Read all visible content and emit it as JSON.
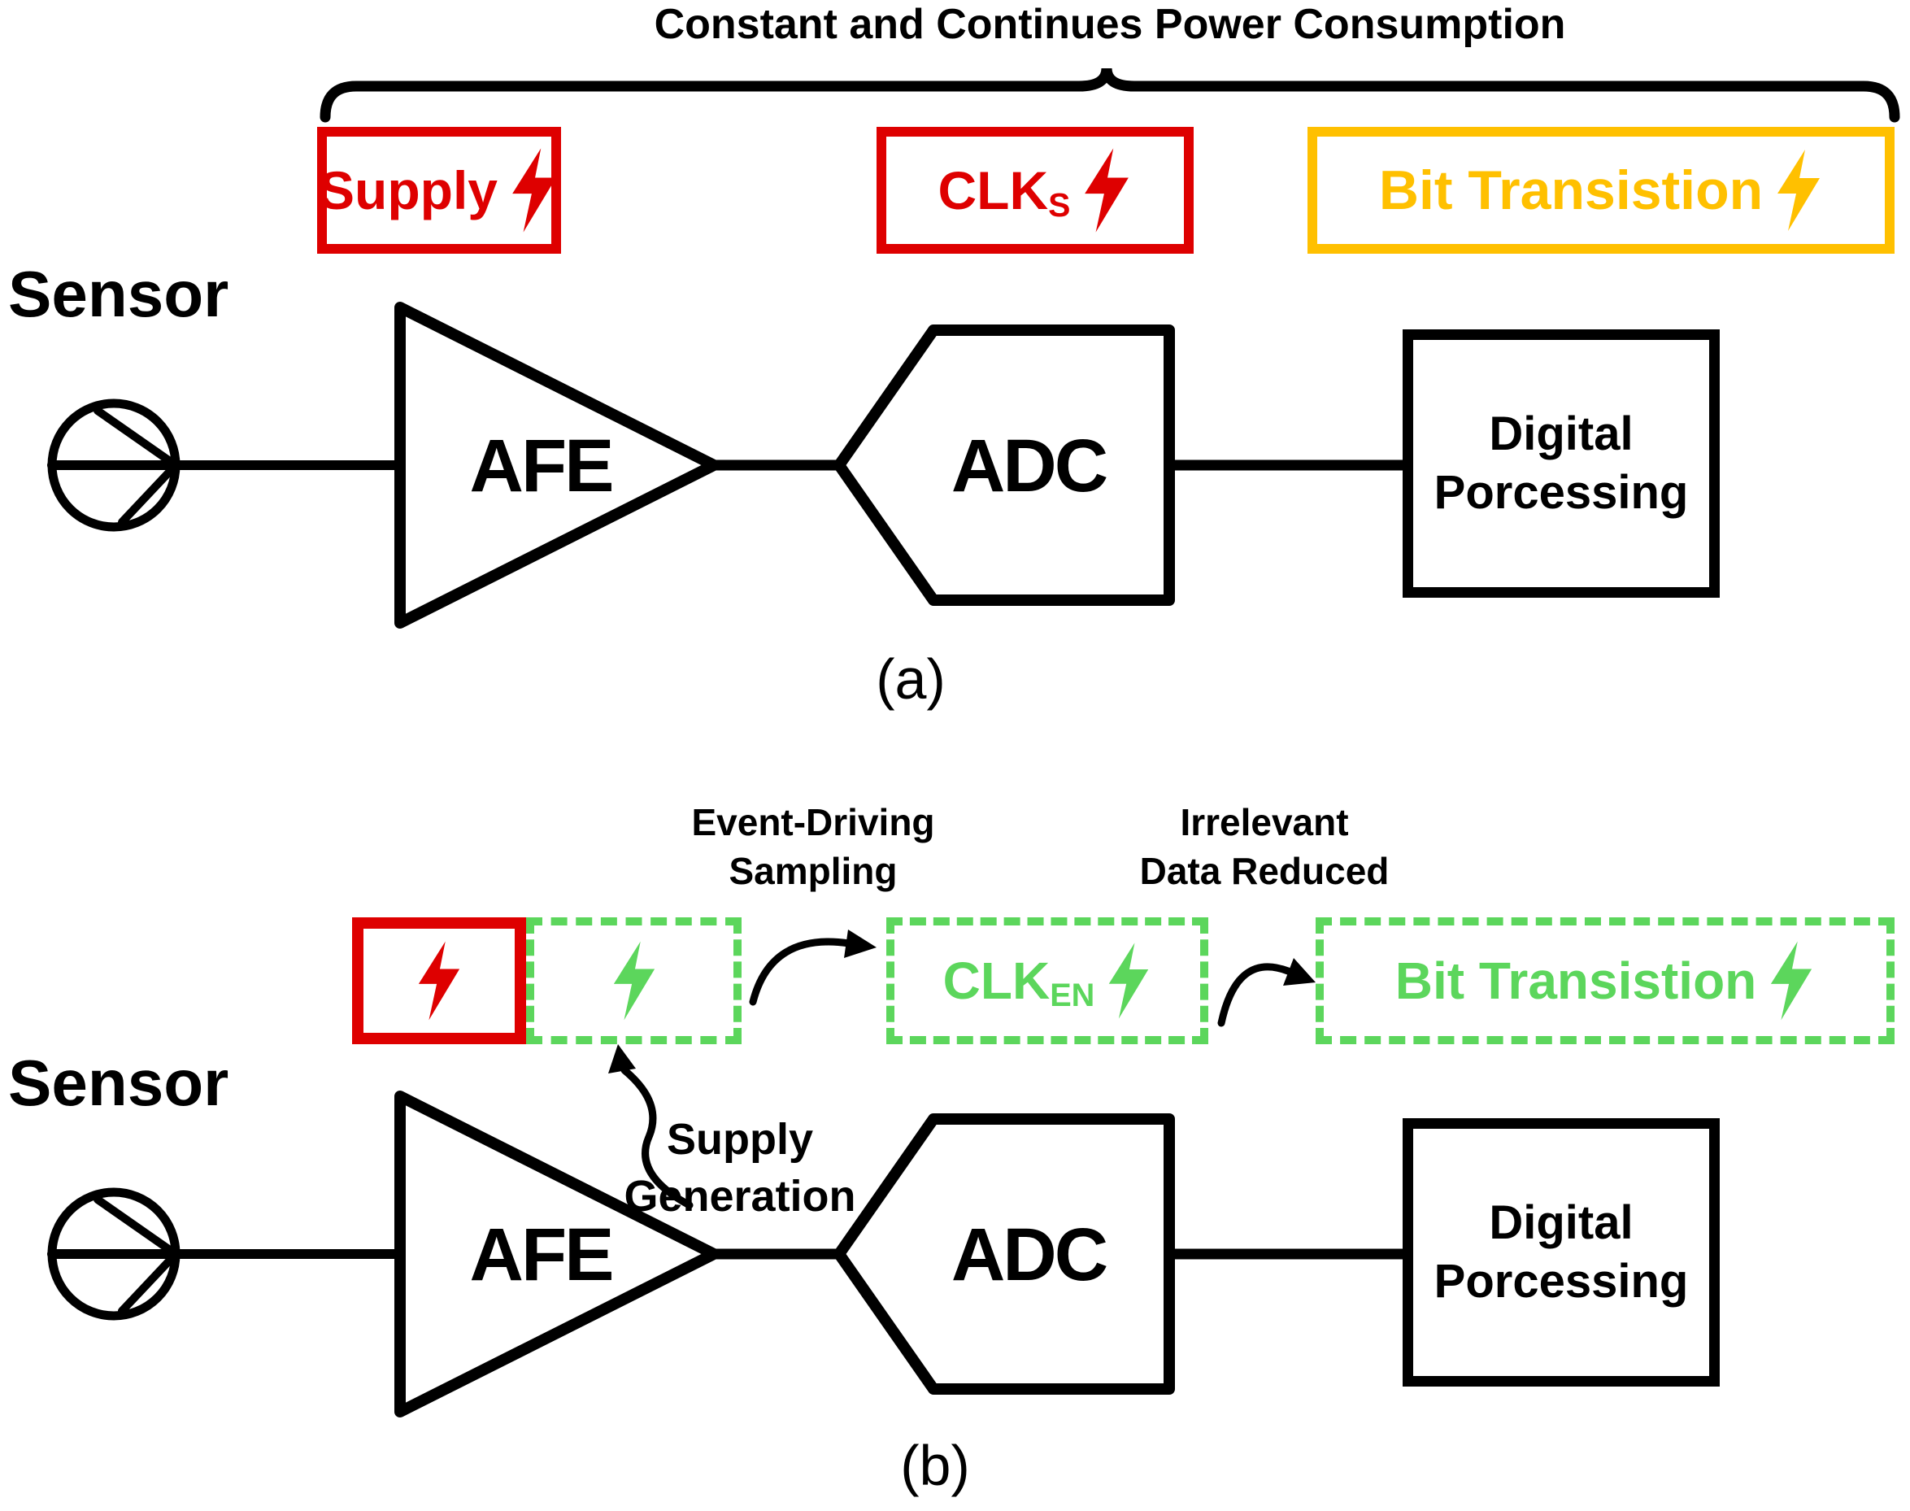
{
  "colors": {
    "red": "#DE0000",
    "gold": "#FFC000",
    "green": "#5CD65C"
  },
  "figure": {
    "title": "Constant and Continues Power Consumption",
    "caption_a": "(a)",
    "caption_b": "(b)"
  },
  "diagram_a": {
    "power_boxes": {
      "supply_label": "Supply",
      "clk_label": "CLK",
      "clk_subscript": "S",
      "bit_transistion_label": "Bit Transistion"
    },
    "sensor_label": "Sensor",
    "afe_label": "AFE",
    "adc_label": "ADC",
    "digital_label_line1": "Digital",
    "digital_label_line2": "Porcessing"
  },
  "diagram_b": {
    "annotations": {
      "event_line1": "Event-Driving",
      "event_line2": "Sampling",
      "irrelevant_line1": "Irrelevant",
      "irrelevant_line2": "Data Reduced",
      "supply_gen_line1": "Supply",
      "supply_gen_line2": "Generation"
    },
    "power_boxes": {
      "clk_label": "CLK",
      "clk_subscript": "EN",
      "bit_transistion_label": "Bit Transistion"
    },
    "sensor_label": "Sensor",
    "afe_label": "AFE",
    "adc_label": "ADC",
    "digital_label_line1": "Digital",
    "digital_label_line2": "Porcessing"
  }
}
